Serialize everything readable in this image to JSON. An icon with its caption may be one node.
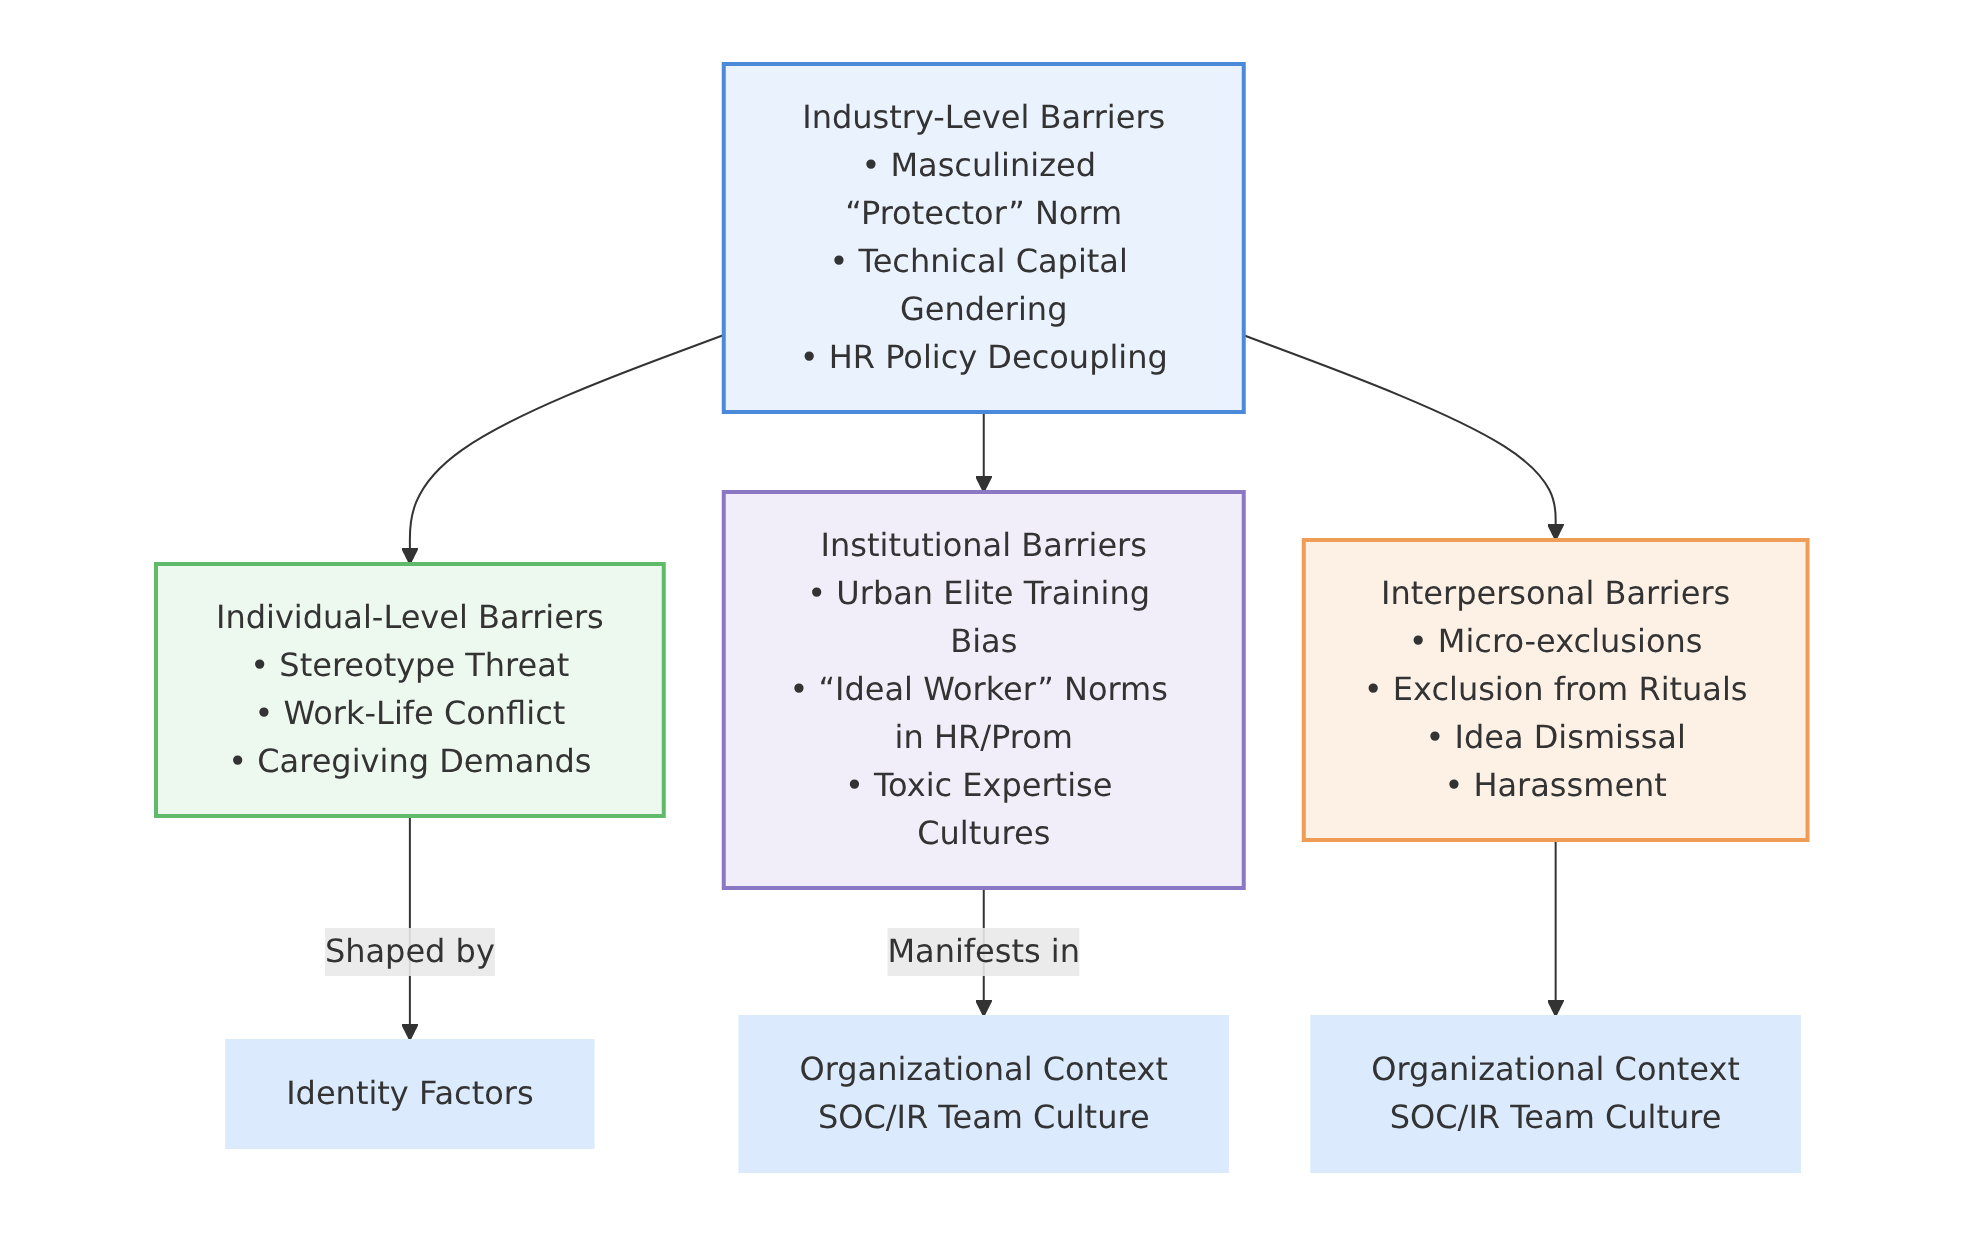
{
  "diagram": {
    "nodes": [
      {
        "text": [
          "Industry-Level Barriers",
          "• Masculinized “Protector” Norm",
          "• Technical Capital Gendering",
          "• HR Policy Decoupling"
        ]
      },
      {
        "text": [
          "Individual-Level Barriers",
          "• Stereotype Threat",
          "• Work-Life Conflict",
          "• Caregiving Demands"
        ]
      },
      {
        "text": [
          "Institutional Barriers",
          "• Urban Elite Training Bias",
          "• “Ideal Worker” Norms in HR/Prom",
          "• Toxic Expertise Cultures"
        ]
      },
      {
        "text": [
          "Interpersonal Barriers",
          "• Micro-exclusions",
          "• Exclusion from Rituals",
          "• Idea Dismissal",
          "• Harassment"
        ]
      },
      {
        "text": [
          "Identity Factors"
        ]
      },
      {
        "text": [
          "Organizational Context",
          "SOC/IR Team Culture"
        ]
      },
      {
        "text": [
          "Organizational Context",
          "SOC/IR Team Culture"
        ]
      }
    ],
    "edges": [
      {
        "from": 0,
        "to": 1,
        "arrow": "to"
      },
      {
        "from": 0,
        "to": 2,
        "arrow": "to"
      },
      {
        "from": 0,
        "to": 3,
        "arrow": "to"
      },
      {
        "from": 1,
        "to": 4,
        "arrow": "to",
        "label": "Shaped by"
      },
      {
        "from": 2,
        "to": 5,
        "arrow": "to",
        "label": "Manifests in"
      },
      {
        "from": 3,
        "to": 6,
        "arrow": "to"
      }
    ]
  }
}
